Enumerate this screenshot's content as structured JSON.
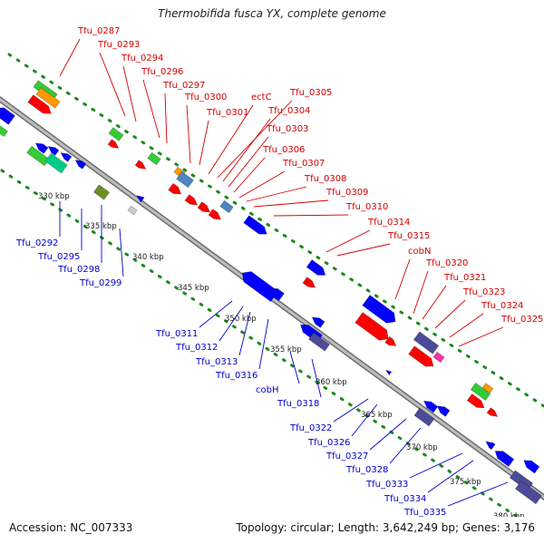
{
  "title": "Thermobifida fusca YX, complete genome",
  "accession": "Accession: NC_007333",
  "summary": "Topology: circular; Length: 3,642,249 bp; Genes: 3,176",
  "colors": {
    "forward_label": "#d40000",
    "reverse_label": "#0000cc",
    "backbone": "#8a8a8a",
    "dotted_track": "#1a8a1a",
    "gene_red": "#ff0000",
    "gene_blue": "#0000ff",
    "gene_green": "#33cc33",
    "gene_orange": "#ff9900",
    "gene_teal": "#00cc88",
    "gene_navy": "#4b4b99",
    "gene_steel": "#4a86c0",
    "gene_olive": "#6b8e23",
    "gene_gray": "#cccccc",
    "gene_magenta": "#ff33aa"
  },
  "forward_labels": [
    "Tfu_0287",
    "Tfu_0293",
    "Tfu_0294",
    "Tfu_0296",
    "Tfu_0297",
    "Tfu_0300",
    "ectC",
    "Tfu_0305",
    "Tfu_0301",
    "Tfu_0304",
    "Tfu_0303",
    "Tfu_0306",
    "Tfu_0307",
    "Tfu_0308",
    "Tfu_0309",
    "Tfu_0310",
    "Tfu_0314",
    "Tfu_0315",
    "cobN",
    "Tfu_0320",
    "Tfu_0321",
    "Tfu_0323",
    "Tfu_0324",
    "Tfu_0325"
  ],
  "reverse_labels": [
    "Tfu_0292",
    "Tfu_0295",
    "Tfu_0298",
    "Tfu_0299",
    "Tfu_0311",
    "Tfu_0312",
    "Tfu_0313",
    "Tfu_0316",
    "cobH",
    "Tfu_0318",
    "Tfu_0322",
    "Tfu_0326",
    "Tfu_0327",
    "Tfu_0328",
    "Tfu_0333",
    "Tfu_0334",
    "Tfu_0335"
  ],
  "scale_ticks": [
    "330 kbp",
    "335 kbp",
    "340 kbp",
    "345 kbp",
    "350 kbp",
    "355 kbp",
    "360 kbp",
    "365 kbp",
    "370 kbp",
    "375 kbp",
    "380 kbp"
  ]
}
